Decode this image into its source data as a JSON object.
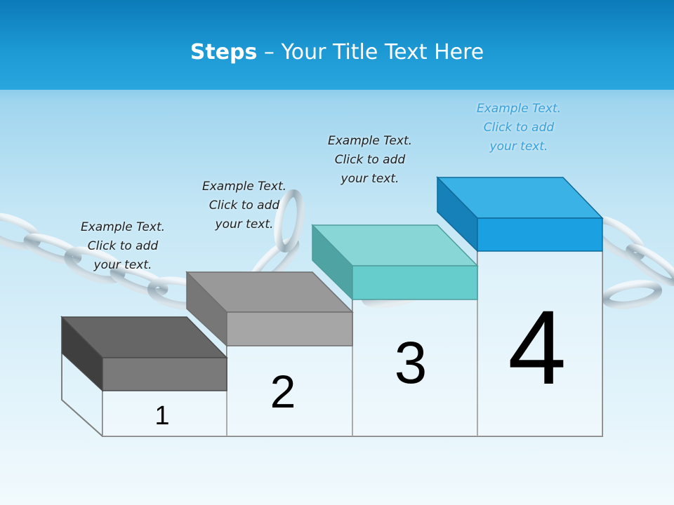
{
  "slide": {
    "title_bold": "Steps",
    "title_rest": " – Your Title Text Here"
  },
  "steps": [
    {
      "number": "1",
      "caption": [
        "Example Text.",
        "Click  to add",
        "your text."
      ],
      "color": "#666666"
    },
    {
      "number": "2",
      "caption": [
        "Example Text.",
        "Click  to add",
        "your text."
      ],
      "color": "#999999"
    },
    {
      "number": "3",
      "caption": [
        "Example Text.",
        "Click  to add",
        "your text."
      ],
      "color": "#66cccc"
    },
    {
      "number": "4",
      "caption": [
        "Example Text.",
        "Click  to add",
        "your text."
      ],
      "color": "#1ba1e2"
    }
  ],
  "colors": {
    "header": "#1c98d3",
    "background": "#c4e6f5",
    "outline": "#7f7f7f",
    "caption_highlight": "#3aa0d8"
  }
}
